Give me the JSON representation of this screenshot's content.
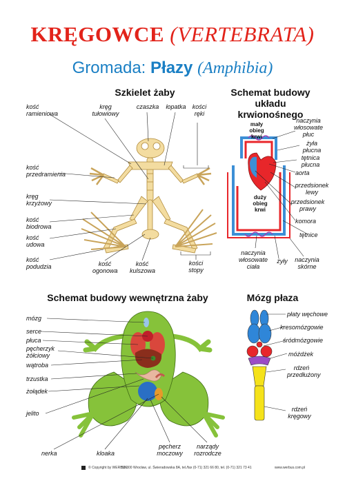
{
  "header": {
    "title_main": "KRĘGOWCE",
    "title_latin": "(VERTEBRATA)",
    "subtitle_prefix": "Gromada:",
    "subtitle_name": "Płazy",
    "subtitle_latin": "(Amphibia)"
  },
  "skeleton": {
    "heading": "Szkielet żaby",
    "labels": {
      "kosc_ramieniowa": "kość ramieniowa",
      "kreg_tulowiowy": "kręg tułowiowy",
      "czaszka": "czaszka",
      "lopatka": "łopatka",
      "kosci_reki": "kości ręki",
      "kosc_przedramienia": "kość przedramienia",
      "kreg_krzyzowy": "kręg krzyżowy",
      "kosc_biodrowa": "kość biodrowa",
      "kosc_udowa": "kość udowa",
      "kosc_podudzia": "kość podudzia",
      "kosc_ogonowa": "kość ogonowa",
      "kosc_kulszowa": "kość kulszowa",
      "kosci_stopy": "kości stopy"
    }
  },
  "circulation": {
    "heading": "Schemat budowy układu krwionośnego",
    "labels": {
      "maly_obieg": "mały obieg krwi",
      "duzy_obieg": "duży obieg krwi",
      "naczynia_wlosowate_pluc": "naczynia włosowate płuc",
      "zyla_plucna": "żyła płucna",
      "tetnica_plucna": "tętnica płucna",
      "aorta": "aorta",
      "przedsionek_lewy": "przedsionek lewy",
      "przedsionek_prawy": "przedsionek prawy",
      "komora": "komora",
      "tetnice": "tętnice",
      "naczynia_wlosowate_ciala": "naczynia włosowate ciała",
      "zyly": "żyły",
      "naczynia_skorne": "naczynia skórne"
    }
  },
  "internal": {
    "heading": "Schemat budowy wewnętrzna żaby",
    "labels": {
      "mozg": "mózg",
      "serce": "serce",
      "pluca": "płuca",
      "pecherzyk_zolciowy": "pęcherzyk żółciowy",
      "watroba": "wątroba",
      "trzustka": "trzustka",
      "zoladek": "żołądek",
      "jelito": "jelito",
      "nerka": "nerka",
      "kloaka": "kloaka",
      "pecherz_moczowy": "pęcherz moczowy",
      "narzady_rozrodcze": "narządy rozrodcze"
    }
  },
  "brain": {
    "heading": "Mózg płaza",
    "labels": {
      "platy_wechowe": "płaty węchowe",
      "kresomozgowie": "kresomózgowie",
      "srodmozgowie": "śródmózgowie",
      "mozdzek": "móżdżek",
      "rdzen_przedluzony": "rdzeń przedłużony",
      "rdzen_kregowy": "rdzeń kręgowy"
    }
  },
  "footer": {
    "copyright": "© Copyright by WERBUS",
    "address": "50-300 Wrocław, ul. Świeradowska 8A, tel./fax (0-71) 321 66 80, tel. (0-71) 321 73 41",
    "website": "www.werbus.com.pl"
  },
  "colors": {
    "title": "#e2231a",
    "subtitle": "#1a7fc4",
    "bone": "#f3dca0",
    "artery": "#e8262a",
    "vein": "#3c8fd6",
    "frog_skin": "#86c23a"
  }
}
